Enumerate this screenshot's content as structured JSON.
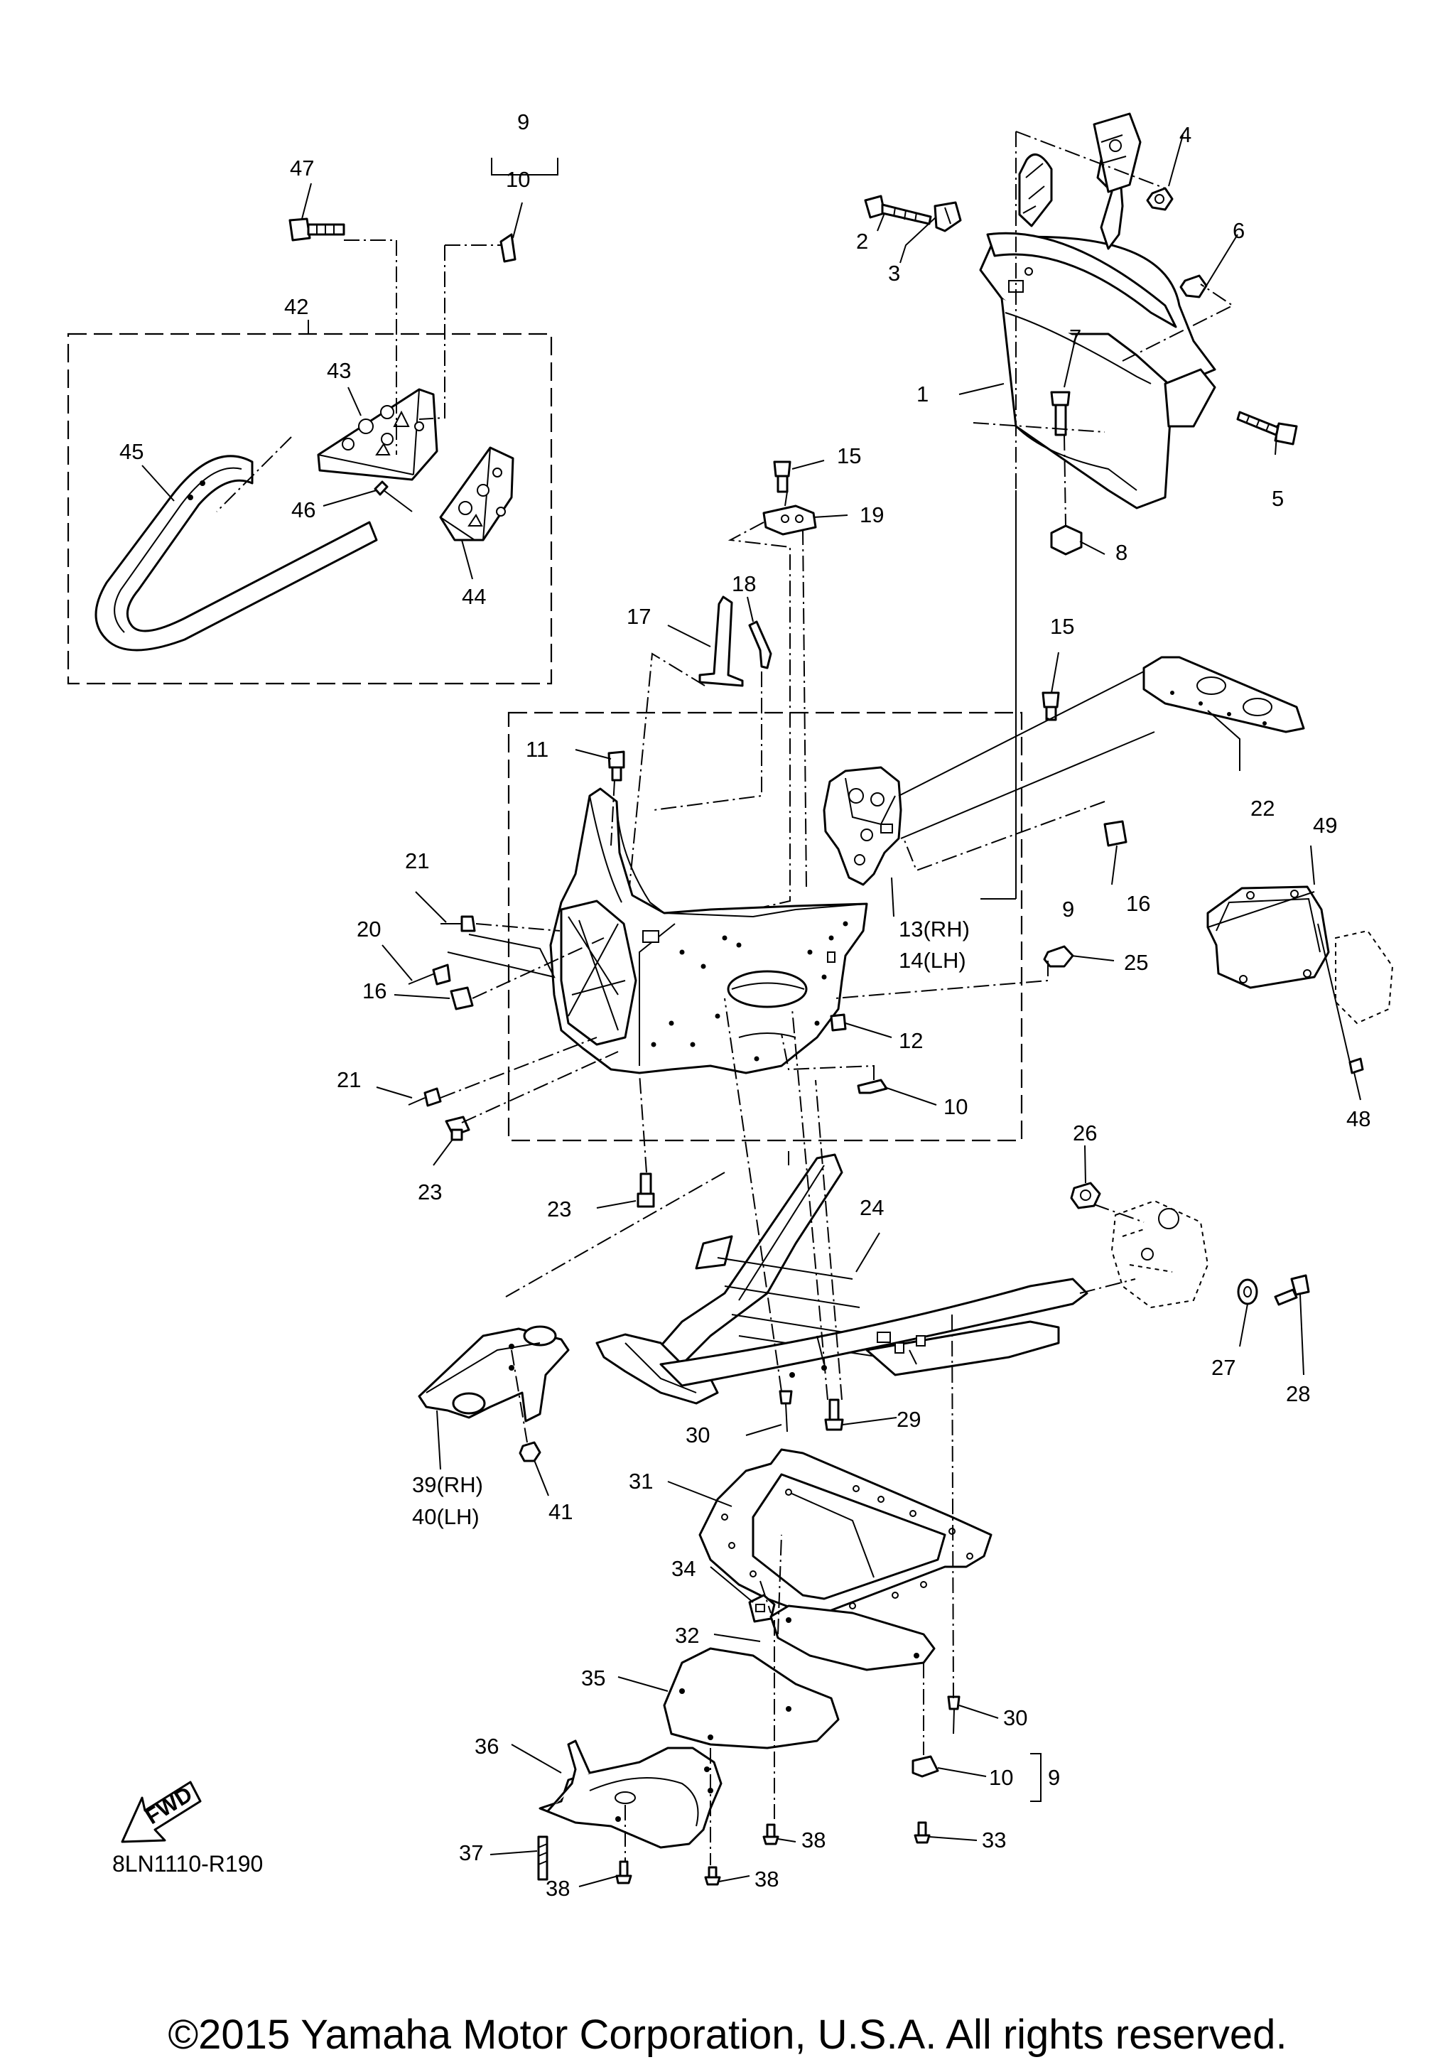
{
  "labels": {
    "l1": "1",
    "l2": "2",
    "l3": "3",
    "l4": "4",
    "l5": "5",
    "l6": "6",
    "l7": "7",
    "l8": "8",
    "l9a": "9",
    "l9b": "9",
    "l9c": "9",
    "l10a": "10",
    "l10b": "10",
    "l10c": "10",
    "l11": "11",
    "l12": "12",
    "l13": "13(RH)",
    "l14": "14(LH)",
    "l15a": "15",
    "l15b": "15",
    "l16a": "16",
    "l16b": "16",
    "l17": "17",
    "l18": "18",
    "l19": "19",
    "l20": "20",
    "l21a": "21",
    "l21b": "21",
    "l22": "22",
    "l23a": "23",
    "l23b": "23",
    "l24": "24",
    "l25": "25",
    "l26": "26",
    "l27": "27",
    "l28": "28",
    "l29": "29",
    "l30a": "30",
    "l30b": "30",
    "l31": "31",
    "l32": "32",
    "l33": "33",
    "l34": "34",
    "l35": "35",
    "l36": "36",
    "l37": "37",
    "l38a": "38",
    "l38b": "38",
    "l38c": "38",
    "l39": "39(RH)",
    "l40": "40(LH)",
    "l41": "41",
    "l42": "42",
    "l43": "43",
    "l44": "44",
    "l45": "45",
    "l46": "46",
    "l47": "47",
    "l48": "48",
    "l49": "49"
  },
  "fwd_arrow": "FWD",
  "ref_code": "8LN1110-R190",
  "copyright": "©2015 Yamaha Motor Corporation, U.S.A. All rights reserved."
}
